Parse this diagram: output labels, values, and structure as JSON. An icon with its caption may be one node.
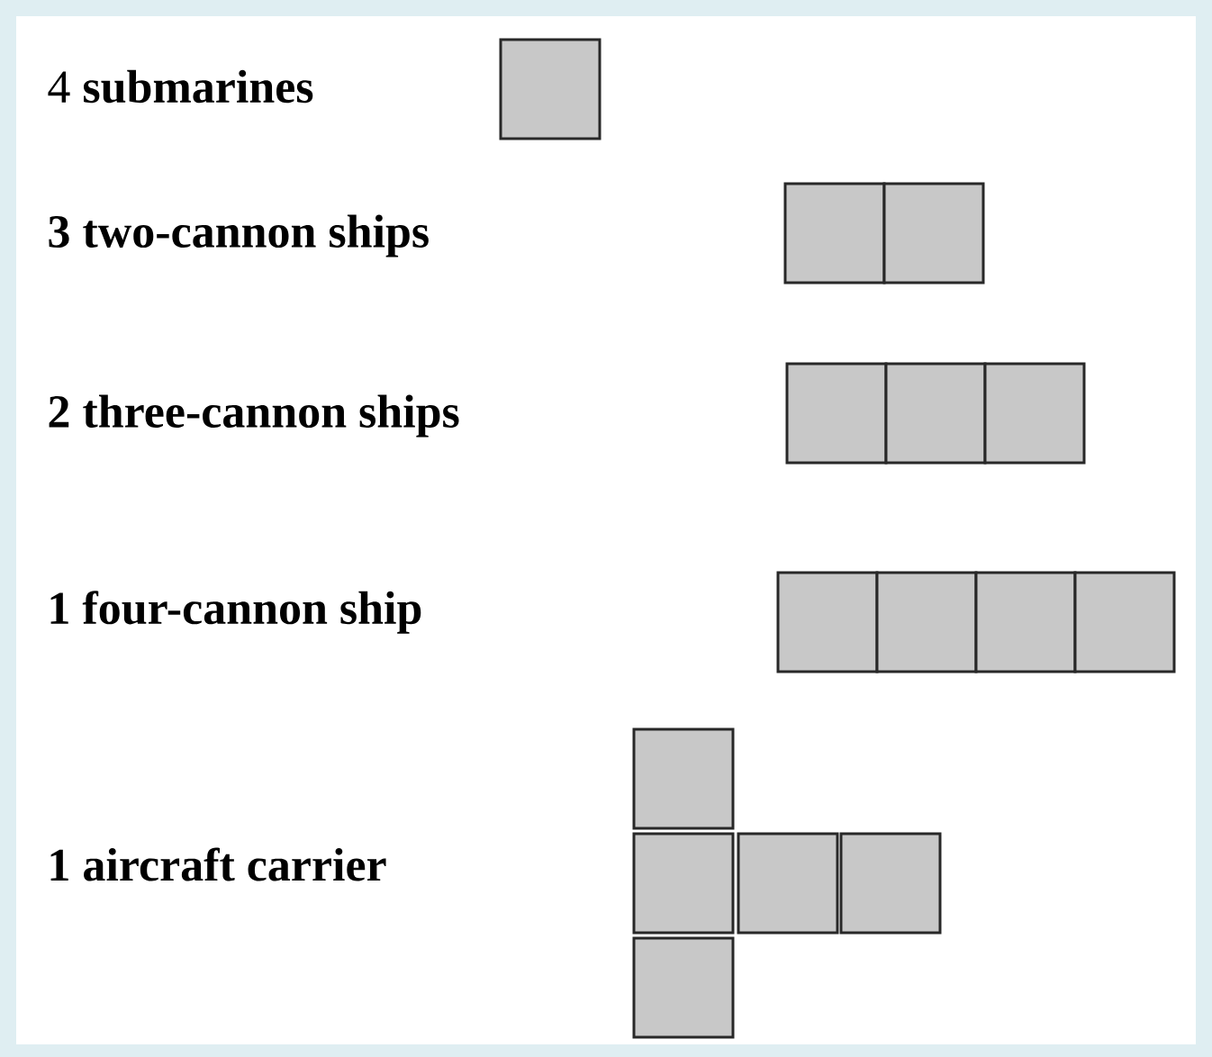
{
  "diagram": {
    "labels": [
      "4 **submarines**",
      "3 two-cannon ships",
      "2 three-cannon ships",
      "1 four-cannon ship",
      "1 aircraft carrier"
    ]
  }
}
